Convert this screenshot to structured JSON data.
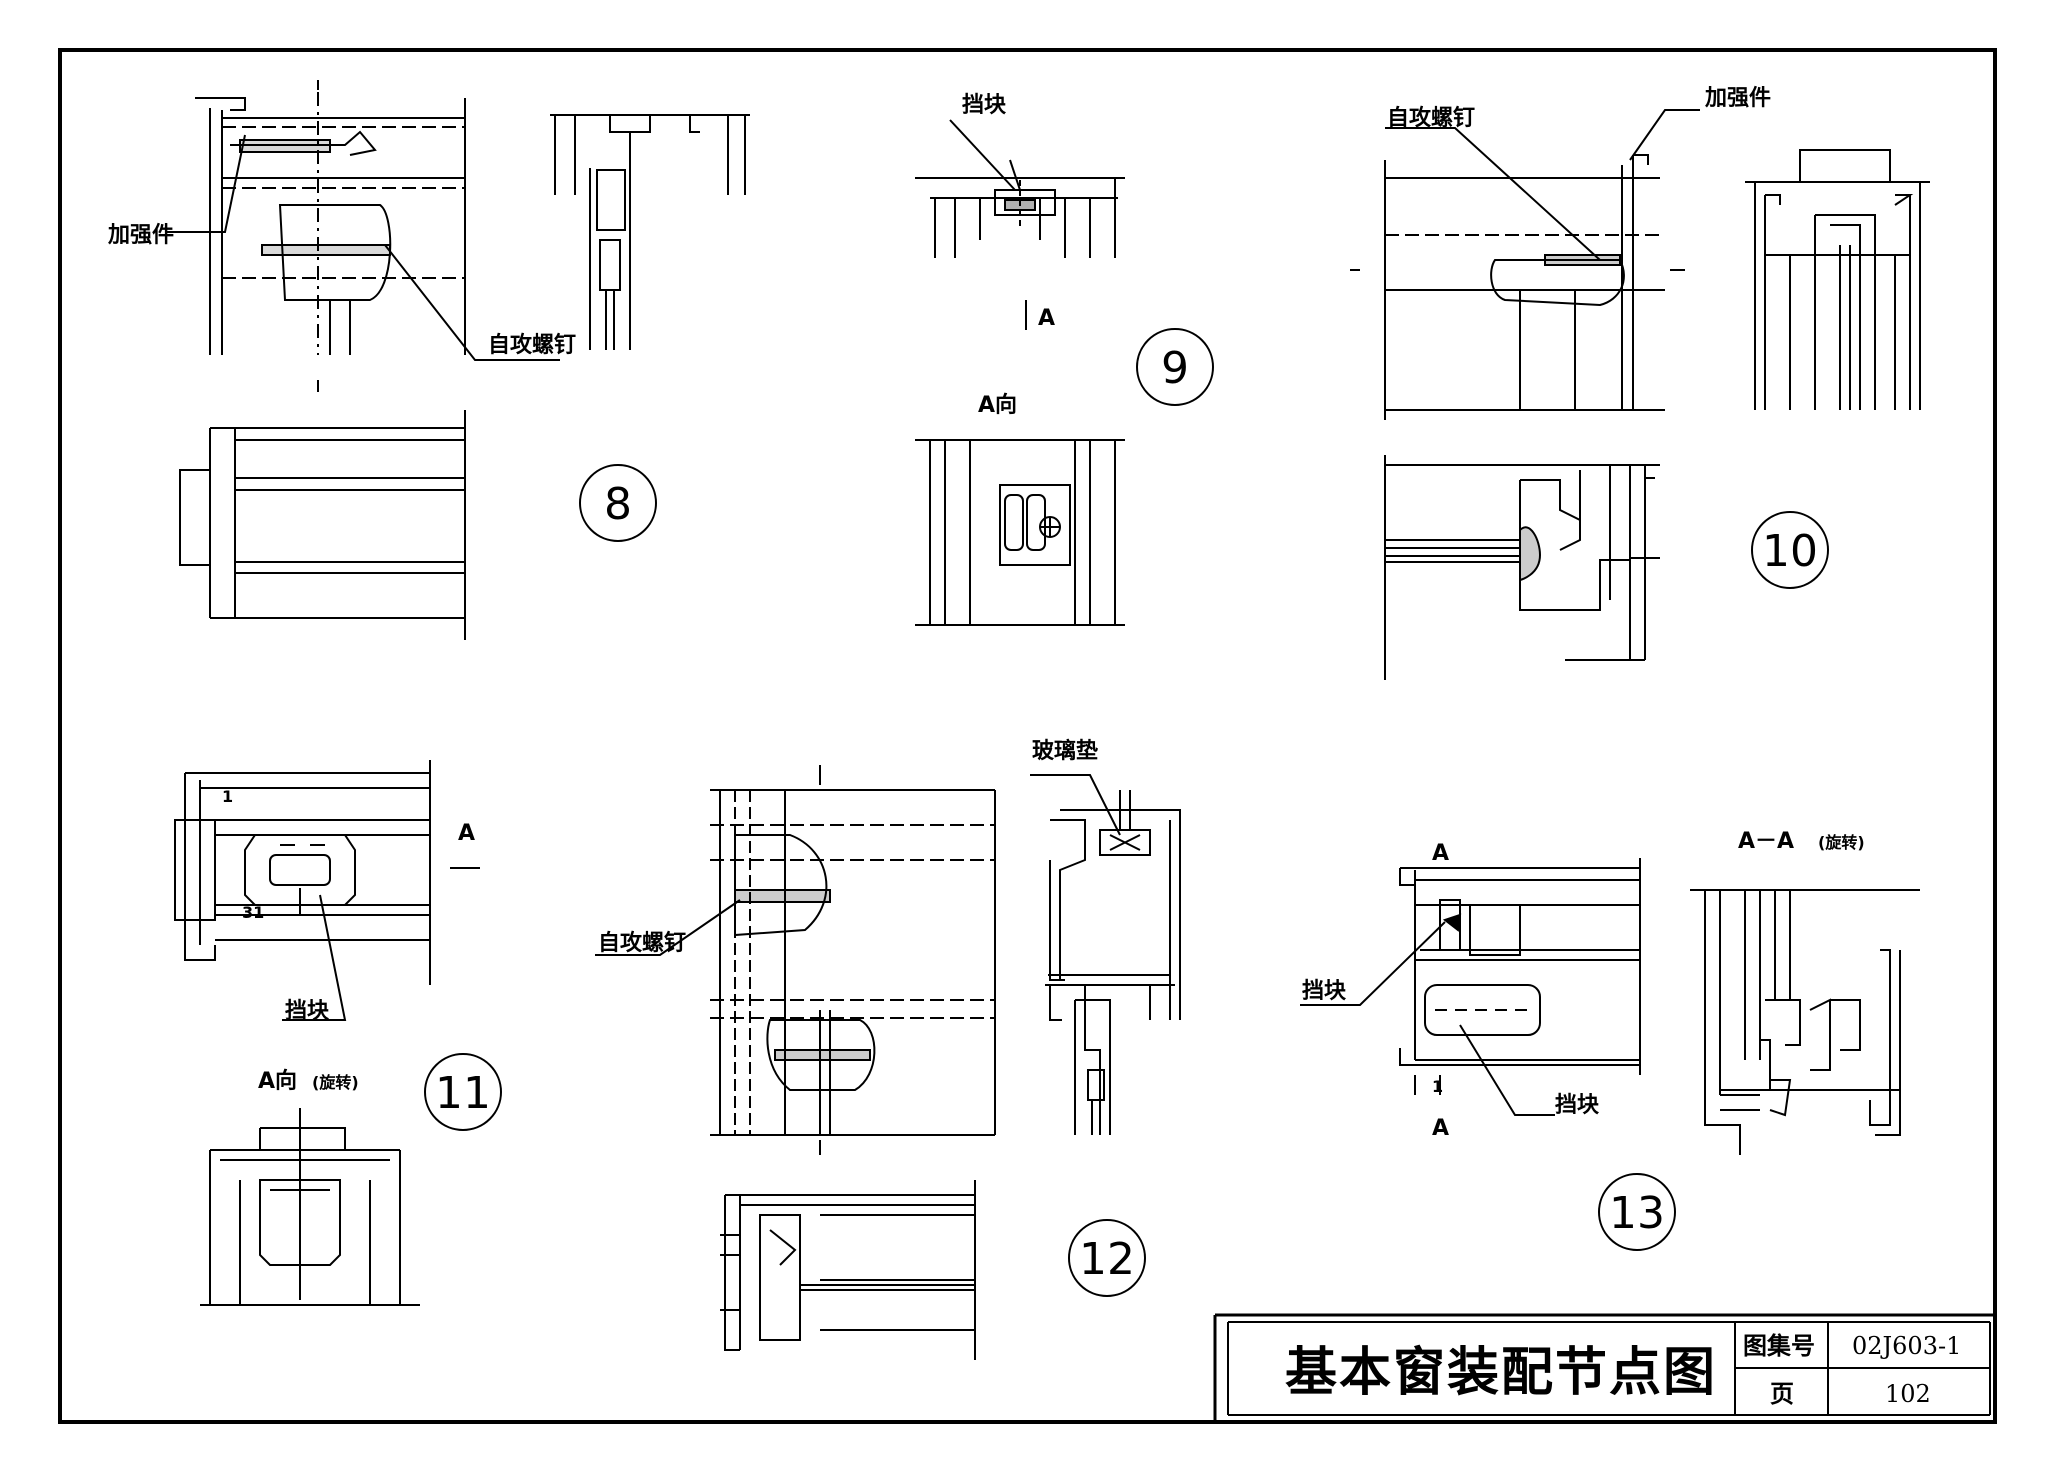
{
  "labels": {
    "reinforcement": "加强件",
    "self_tapping_screw": "自攻螺钉",
    "stop_block": "挡块",
    "glass_pad": "玻璃垫",
    "a": "A",
    "view_a": "A向",
    "view_a_rotated": "A向",
    "rotated_note": "(旋转)",
    "section_aa": "A－A",
    "a1": "A",
    "dim_1": "1",
    "dim_31": "31"
  },
  "details": {
    "d8": "8",
    "d9": "9",
    "d10": "10",
    "d11": "11",
    "d12": "12",
    "d13": "13"
  },
  "title_block": {
    "title": "基本窗装配节点图",
    "atlas_label": "图集号",
    "atlas_value": "02J603-1",
    "page_label": "页",
    "page_value": "102"
  }
}
